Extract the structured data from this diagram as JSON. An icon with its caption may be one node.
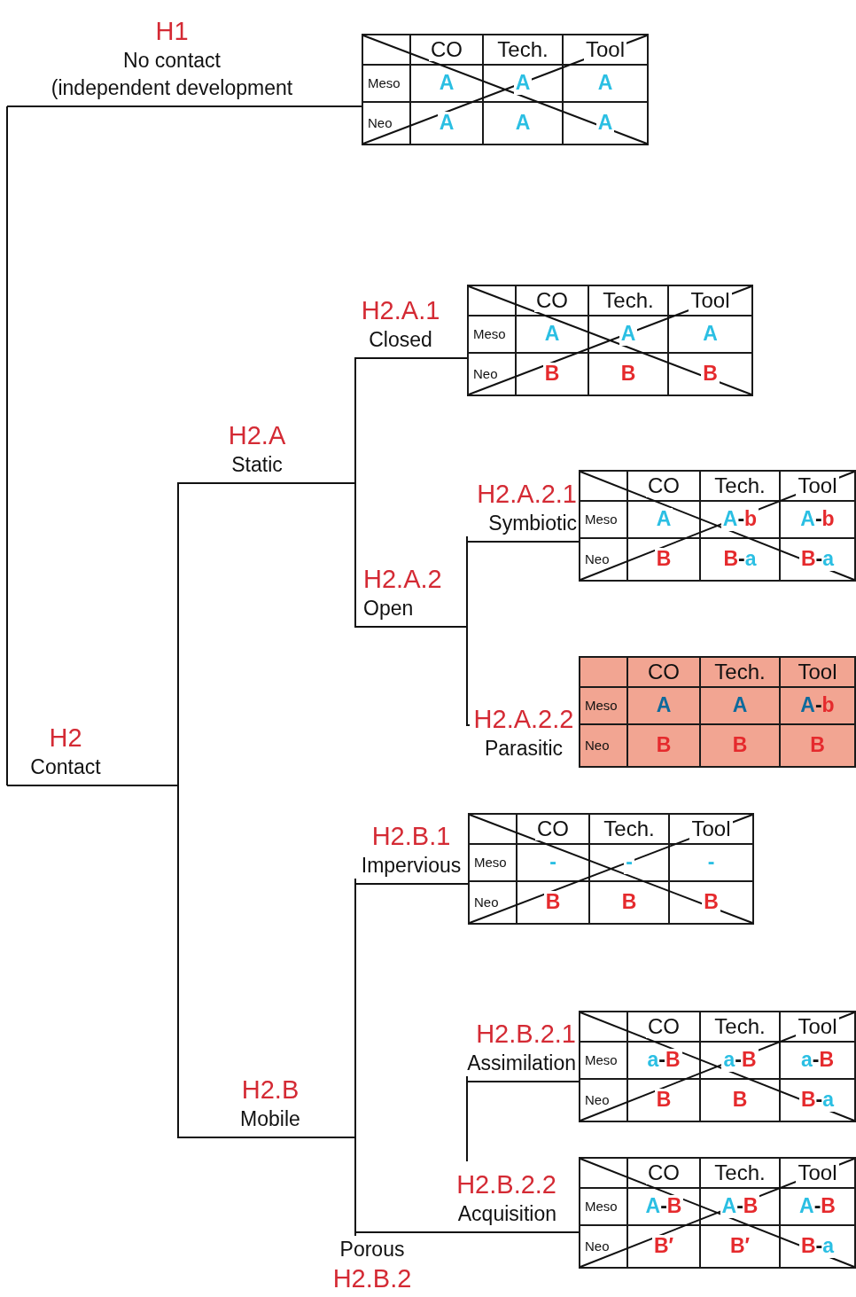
{
  "diagram": {
    "nodes": [
      {
        "text": [
          "H1",
          "No contact",
          "(independent development"
        ]
      },
      {
        "text": [
          "CO",
          "Tech.",
          "Tool",
          "Meso",
          "A",
          "A",
          "A",
          "Neo",
          "A",
          "A",
          "A"
        ]
      },
      {
        "text": [
          "H2.A.1",
          "Closed"
        ]
      },
      {
        "text": [
          "CO",
          "Tech.",
          "Tool",
          "Meso",
          "A",
          "A",
          "A",
          "Neo",
          "B",
          "B",
          "B"
        ]
      },
      {
        "text": [
          "H2.A",
          "Static"
        ]
      },
      {
        "text": [
          "H2.A.2.1",
          "Symbiotic"
        ]
      },
      {
        "text": [
          "CO",
          "Tech.",
          "Tool",
          "Meso",
          "A",
          "A-b",
          "A-b",
          "Neo",
          "B",
          "B-a",
          "B-a"
        ]
      },
      {
        "text": [
          "H2.A.2",
          "Open"
        ]
      },
      {
        "text": [
          "H2.A.2.2",
          "Parasitic"
        ]
      },
      {
        "text": [
          "CO",
          "Tech.",
          "Tool",
          "Meso",
          "A",
          "A",
          "A-b",
          "Neo",
          "B",
          "B",
          "B"
        ]
      },
      {
        "text": [
          "H2",
          "Contact"
        ]
      },
      {
        "text": [
          "H2.B.1",
          "Impervious"
        ]
      },
      {
        "text": [
          "CO",
          "Tech.",
          "Tool",
          "Meso",
          "-",
          "-",
          "-",
          "Neo",
          "B",
          "B",
          "B"
        ]
      },
      {
        "text": [
          "H2.B.2.1",
          "Assimilation"
        ]
      },
      {
        "text": [
          "CO",
          "Tech.",
          "Tool",
          "Meso",
          "a-B",
          "a-B",
          "a-B",
          "Neo",
          "B",
          "B",
          "B-a"
        ]
      },
      {
        "text": [
          "H2.B",
          "Mobile"
        ]
      },
      {
        "text": [
          "H2.B.2.2",
          "Acquisition"
        ]
      },
      {
        "text": [
          "CO",
          "Tech.",
          "Tool",
          "Meso",
          "A-B",
          "A-B",
          "A-B",
          "Neo",
          "B′",
          "B′",
          "B-a"
        ]
      },
      {
        "text": [
          "Porous",
          "H2.B.2"
        ]
      }
    ],
    "edges": [
      {
        "from": 0,
        "to": 1,
        "arrow": "none"
      },
      {
        "from": 10,
        "to": 0,
        "arrow": "none"
      },
      {
        "from": 10,
        "to": 4,
        "arrow": "none"
      },
      {
        "from": 10,
        "to": 15,
        "arrow": "none"
      },
      {
        "from": 4,
        "to": 2,
        "arrow": "none"
      },
      {
        "from": 4,
        "to": 7,
        "arrow": "none"
      },
      {
        "from": 2,
        "to": 3,
        "arrow": "none"
      },
      {
        "from": 7,
        "to": 5,
        "arrow": "none"
      },
      {
        "from": 7,
        "to": 8,
        "arrow": "none"
      },
      {
        "from": 5,
        "to": 6,
        "arrow": "none"
      },
      {
        "from": 15,
        "to": 11,
        "arrow": "none"
      },
      {
        "from": 11,
        "to": 12,
        "arrow": "none"
      },
      {
        "from": 15,
        "to": 18,
        "arrow": "none"
      },
      {
        "from": 18,
        "to": 16,
        "arrow": "none"
      },
      {
        "from": 16,
        "to": 17,
        "arrow": "none"
      },
      {
        "from": 13,
        "to": 14,
        "arrow": "none"
      },
      {
        "from": 13,
        "to": 16,
        "arrow": "none"
      }
    ]
  }
}
